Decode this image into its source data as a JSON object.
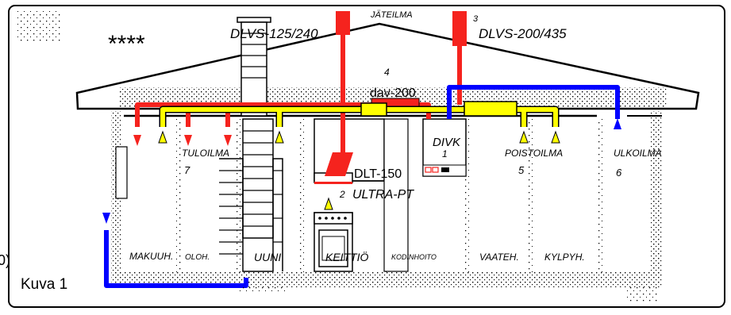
{
  "figure": {
    "stars": "****",
    "caption": "Kuva 1",
    "clipped_edge_text": "0)"
  },
  "units": {
    "dlvs_small": "DLVS-125/240",
    "dlvs_large": "DLVS-200/435",
    "dav": "dav-200",
    "divk": "DIVK",
    "dlt": "DLT-150",
    "ultra": "ULTRA-PT"
  },
  "air": {
    "exhaust": "JÄTEILMA",
    "supply": "TULOILMA",
    "extract": "POISTOILMA",
    "outdoor": "ULKOILMA"
  },
  "numbers": {
    "n1": "1",
    "n2": "2",
    "n3": "3",
    "n4": "4",
    "n5": "5",
    "n6": "6",
    "n7": "7"
  },
  "rooms": {
    "makuuh": "MAKUUH.",
    "oloh": "OLOH.",
    "uuni": "UUNI",
    "keittio": "KEITTIÖ",
    "kodinhoito": "KODINHOITO",
    "vaateh": "VAATEH.",
    "kylpyh": "KYLPYH."
  },
  "colors": {
    "supply": "#f5231e",
    "extract": "#ffff00",
    "outdoor": "#0000ff",
    "line": "#000000"
  }
}
